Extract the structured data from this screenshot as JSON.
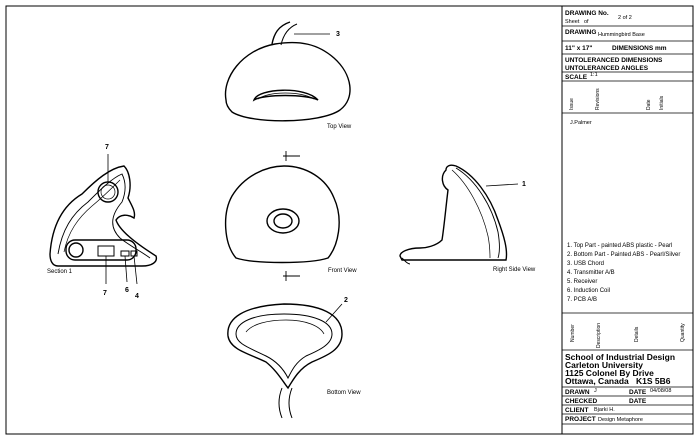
{
  "views": {
    "top": "Top View",
    "front": "Front View",
    "right_side": "Right Side View",
    "section": "Section 1",
    "bottom": "Bottom View"
  },
  "callouts": {
    "top_3": "3",
    "section_7a": "7",
    "section_7b": "7",
    "section_6": "6",
    "section_4": "4",
    "side_1": "1",
    "bottom_2": "2"
  },
  "title_block": {
    "drawing_no_label": "DRAWING No.",
    "sheet_label": "Sheet",
    "of_label": "of",
    "sheet_value": "2 of 2",
    "drawing_label": "DRAWING",
    "drawing_value": "Hummingbird Base",
    "paper_size": "11\" x 17\"",
    "dimensions": "DIMENSIONS mm",
    "untoleranced_dimensions": "UNTOLERANCED DIMENSIONS",
    "untoleranced_angles": "UNTOLERANCED ANGLES",
    "scale_label": "SCALE",
    "scale_value": "1:1",
    "revision_headers": [
      "Issue",
      "Revisions",
      "Date",
      "Initials"
    ],
    "revision_initials": "J.Palmer",
    "bom": [
      "1. Top Part - painted ABS plastic - Pearl",
      "2. Bottom Part - Painted ABS - Pearl/Silver",
      "3. USB Chord",
      "4. Transmitter A/B",
      "5. Receiver",
      "6. Induction Coil",
      "7. PCB A/B"
    ],
    "parts_headers": [
      "Number",
      "Description",
      "Details",
      "Quantity"
    ],
    "school": "School of Industrial Design",
    "university": "Carleton University",
    "address": "1125 Colonel By Drive",
    "city": "Ottawa, Canada",
    "postal": "K1S 5B6",
    "drawn_label": "DRAWN",
    "drawn_value": "J",
    "date_label": "DATE",
    "date_value": "04/08/08",
    "checked_label": "CHECKED",
    "checked_date_label": "DATE",
    "client_label": "CLIENT",
    "client_value": "Bjarki H.",
    "project_label": "PROJECT",
    "project_value": "Design Metaphore"
  }
}
